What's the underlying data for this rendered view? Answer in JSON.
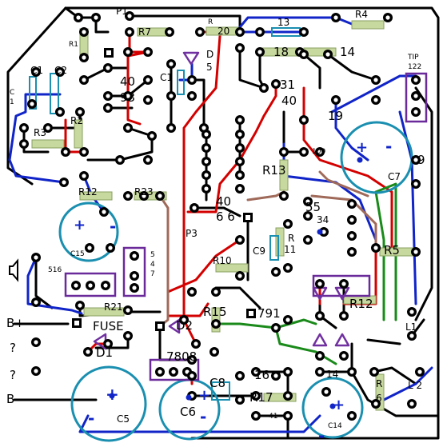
{
  "board": {
    "colors": {
      "trace_black": "#000000",
      "trace_red": "#d40000",
      "trace_blue": "#1024c8",
      "trace_green": "#1a8a1a",
      "trace_brown": "#a06a5a",
      "resistor_body": "#c8d9a0",
      "cap_ring": "#1a8fb0",
      "ic_outline": "#6a2a9a",
      "diode_purple": "#7030a0"
    },
    "labels": {
      "p1": "P1",
      "r7": "R7",
      "r": "R",
      "n20": "20",
      "r4": "R4",
      "r1": "R1",
      "d5": "D",
      "n5": "5",
      "n13": "13",
      "n18": "18",
      "n14": "14",
      "tip": "TIP",
      "n122": "122",
      "c1a": "C1",
      "c1b": "C1",
      "c1c": "C",
      "c1d": "1",
      "c2": "C2",
      "n40a": "40",
      "n93": "93",
      "n31": "31",
      "n40b": "40",
      "n19": "19",
      "r2": "R2",
      "r3": "R3",
      "n100": "100",
      "c7": "C7",
      "n9": "9",
      "r13": "R13",
      "r12a": "R12",
      "r23": "R23",
      "n40c": "40",
      "n66": "6 6",
      "n55": "55",
      "n34": "34",
      "p3": "P3",
      "r11a": "R",
      "r11b": "11",
      "c9": "C9",
      "r10": "R10",
      "c15": "C15",
      "n516": "516",
      "n5v": "5",
      "n4v": "4",
      "n7v": "7",
      "r5": "R5",
      "r21": "R21",
      "r15": "R15",
      "n791": "791",
      "r12b": "R12",
      "l1": "L1",
      "bplus": "B+",
      "fuse": "FUSE",
      "d2": "D2",
      "q1": "?",
      "q2": "?",
      "d1": "D1",
      "n7808": "7808",
      "c8": "C8",
      "n16": "16",
      "n14b": "14",
      "r6a": "R",
      "r6b": "6",
      "l2": "L 2",
      "bminus": "B-",
      "r17": "R17",
      "n41": "41",
      "c5": "C5",
      "c6": "C6",
      "c14": "C14",
      "plus": "+",
      "minus": "-"
    }
  }
}
